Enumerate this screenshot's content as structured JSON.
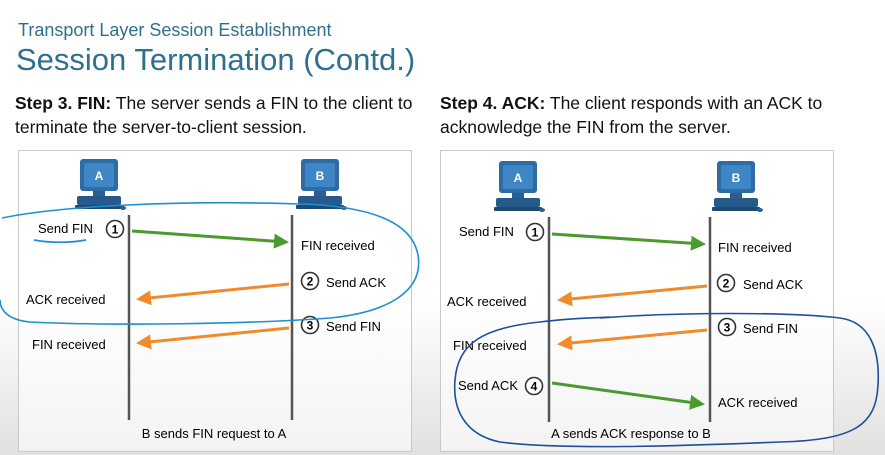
{
  "header": {
    "subtitle": "Transport Layer Session Establishment",
    "title": "Session Termination (Contd.)"
  },
  "steps": [
    {
      "label": "Step 3. FIN:",
      "text": " The server sends a FIN to the client to terminate the server-to-client session."
    },
    {
      "label": "Step 4. ACK:",
      "text": " The client responds with an ACK to acknowledge the FIN from the server."
    }
  ],
  "diagrams": [
    {
      "host_a": "A",
      "host_b": "B",
      "events": [
        {
          "num": "1",
          "text": "Send FIN"
        },
        {
          "text": "FIN received"
        },
        {
          "num": "2",
          "text": "Send ACK"
        },
        {
          "text": "ACK received"
        },
        {
          "num": "3",
          "text": "Send FIN"
        },
        {
          "text": "FIN received"
        }
      ],
      "caption": "B sends FIN request to A"
    },
    {
      "host_a": "A",
      "host_b": "B",
      "events": [
        {
          "num": "1",
          "text": "Send FIN"
        },
        {
          "text": "FIN received"
        },
        {
          "num": "2",
          "text": "Send ACK"
        },
        {
          "text": "ACK received"
        },
        {
          "num": "3",
          "text": "Send FIN"
        },
        {
          "text": "FIN received"
        },
        {
          "num": "4",
          "text": "Send ACK"
        },
        {
          "text": "ACK received"
        }
      ],
      "caption": "A sends ACK response to B"
    }
  ],
  "colors": {
    "title": "#2f6f8f",
    "arrow_green": "#4a9a2e",
    "arrow_orange": "#f08a2a",
    "annotation": "#1f8fd0",
    "annotation_dark": "#1c4f9c",
    "computer": "#2e6da4"
  }
}
